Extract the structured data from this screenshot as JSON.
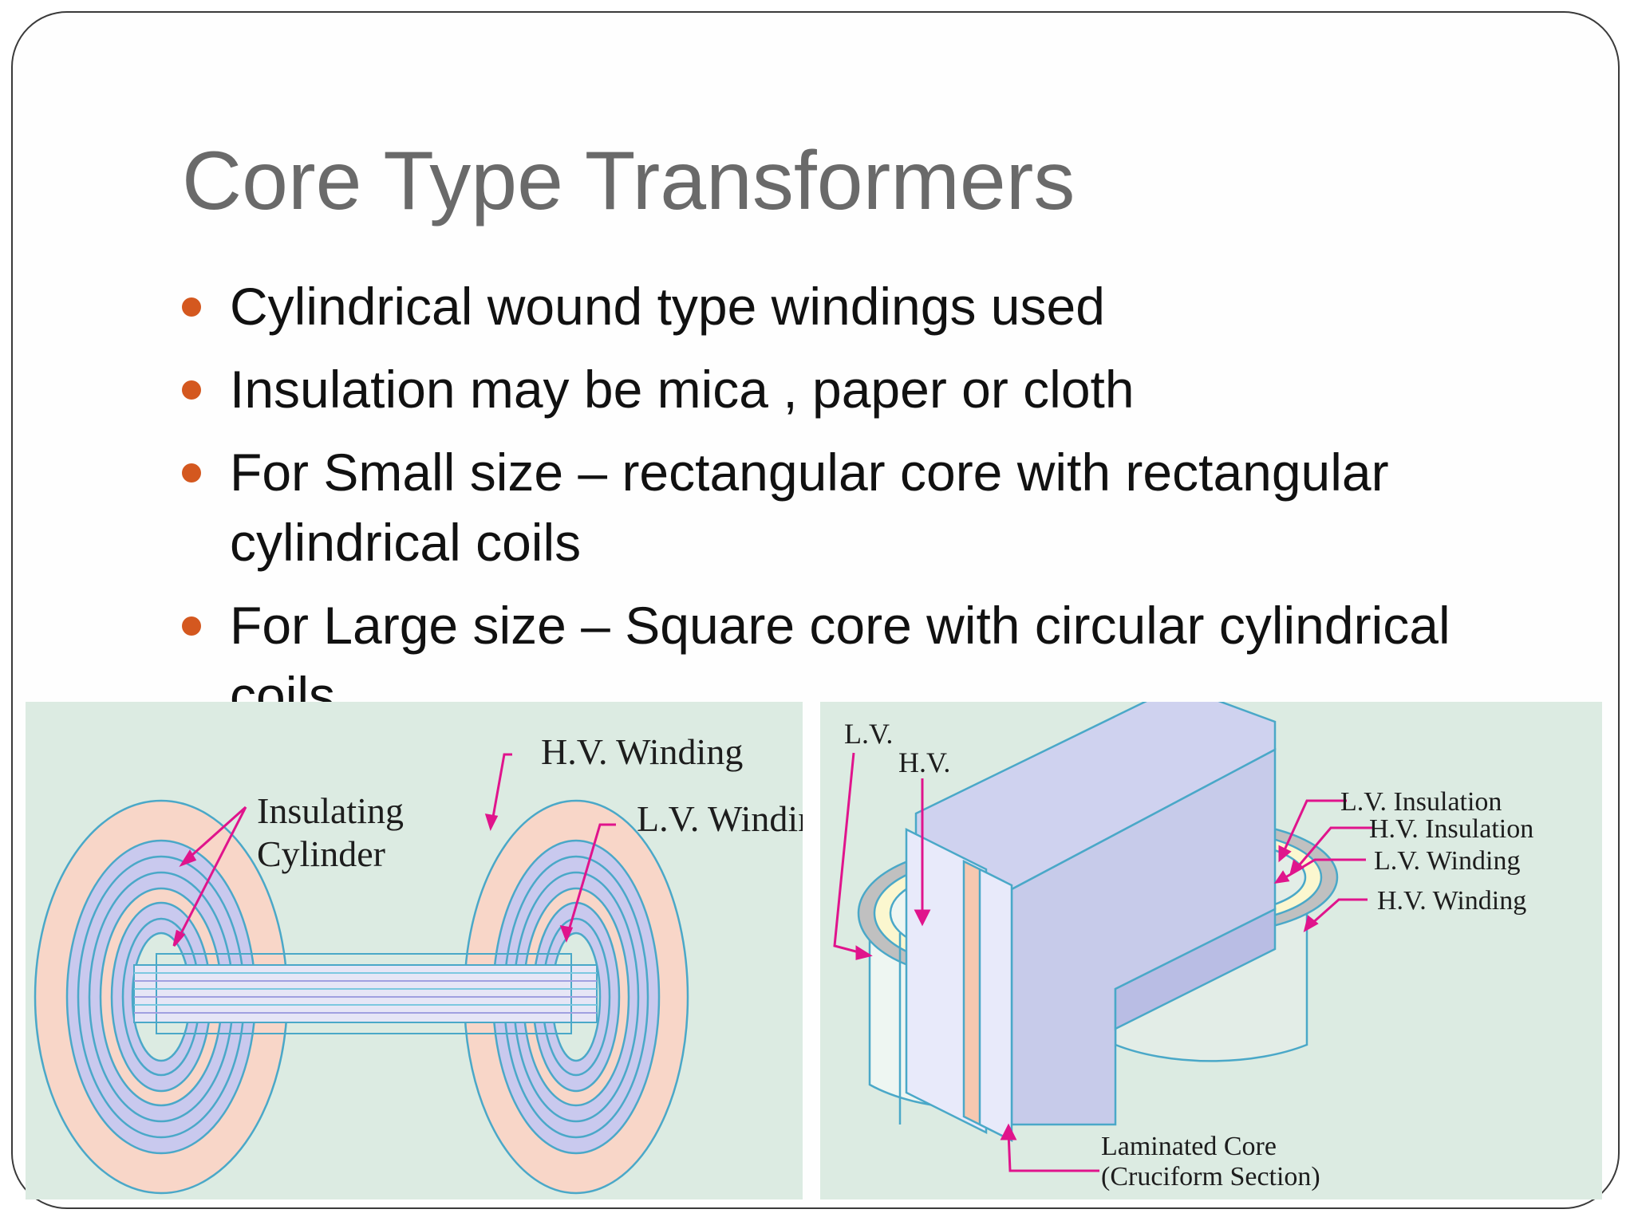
{
  "slide": {
    "title": "Core Type Transformers",
    "bullets": [
      "Cylindrical wound type windings used",
      "Insulation may be mica , paper or cloth",
      "For Small size – rectangular core with rectangular cylindrical coils",
      "For Large size – Square core with circular cylindrical coils"
    ],
    "bullet_color": "#d4581f",
    "title_color": "#6a6a6a"
  },
  "left_figure": {
    "labels": {
      "hv_winding": "H.V. Winding",
      "insulating_1": "Insulating",
      "insulating_2": "Cylinder",
      "lv_winding": "L.V. Winding"
    }
  },
  "right_figure": {
    "labels": {
      "lv": "L.V.",
      "hv": "H.V.",
      "lv_insulation": "L.V. Insulation",
      "hv_insulation": "H.V. Insulation",
      "lv_winding": "L.V. Winding",
      "hv_winding": "H.V. Winding",
      "core_1": "Laminated Core",
      "core_2": "(Cruciform Section)"
    }
  }
}
